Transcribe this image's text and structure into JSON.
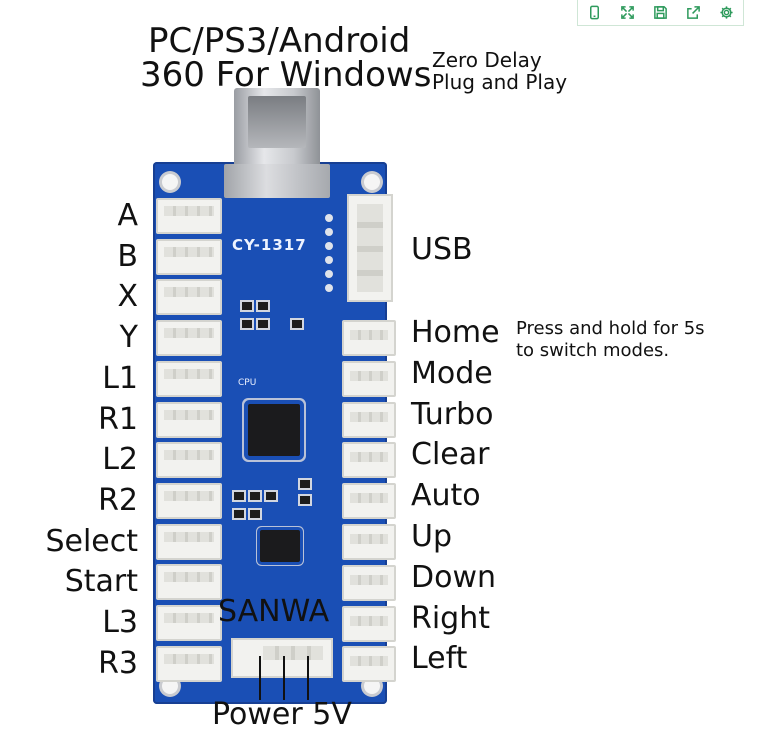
{
  "toolbar": {
    "buttons": [
      {
        "name": "phone-view",
        "icon": "phone-icon"
      },
      {
        "name": "fullscreen",
        "icon": "expand-icon"
      },
      {
        "name": "save",
        "icon": "save-icon"
      },
      {
        "name": "share",
        "icon": "share-icon"
      },
      {
        "name": "settings",
        "icon": "gear-icon"
      }
    ],
    "accent_color": "#2e9a5c"
  },
  "header": {
    "line1": "PC/PS3/Android",
    "line2": "360 For Windows",
    "note1": "Zero Delay",
    "note2": "Plug and Play"
  },
  "board": {
    "model": "CY-1317",
    "cpu_label": "CPU",
    "color": "#1a4fb5"
  },
  "left_labels": [
    "A",
    "B",
    "X",
    "Y",
    "L1",
    "R1",
    "L2",
    "R2",
    "Select",
    "Start",
    "L3",
    "R3"
  ],
  "right_labels": [
    "Home",
    "Mode",
    "Turbo",
    "Clear",
    "Auto",
    "Up",
    "Down",
    "Right",
    "Left"
  ],
  "usb_label": "USB",
  "home_note": {
    "line1": "Press and hold for 5s",
    "line2": "to switch modes."
  },
  "bottom": {
    "sanwa": "SANWA",
    "power": "Power 5V"
  }
}
